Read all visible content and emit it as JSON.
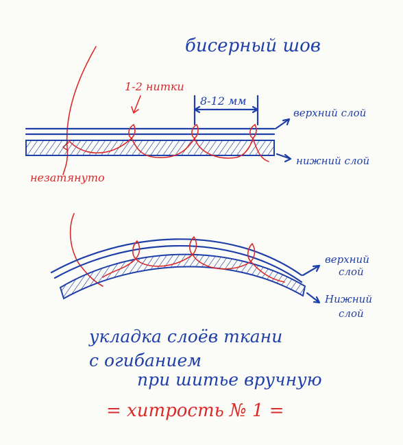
{
  "title": "бисерный шов",
  "labels": {
    "threads": "1-2 нитки",
    "spacing": "8-12 мм",
    "upper_layer": "верхний слой",
    "lower_layer": "нижний слой",
    "not_tightened": "незатянуто",
    "upper_layer_curved_1": "верхний",
    "upper_layer_curved_2": "слой",
    "lower_layer_curved_1": "Нижний",
    "lower_layer_curved_2": "слой"
  },
  "caption": {
    "line1": "укладка слоёв ткани",
    "line2": "с огибанием",
    "line3": "при шитье вручную",
    "trick": "= хитрость № 1 ="
  },
  "colors": {
    "blue": "#1f3fa8",
    "red": "#d92a2a",
    "paper": "#fbfbf8"
  }
}
